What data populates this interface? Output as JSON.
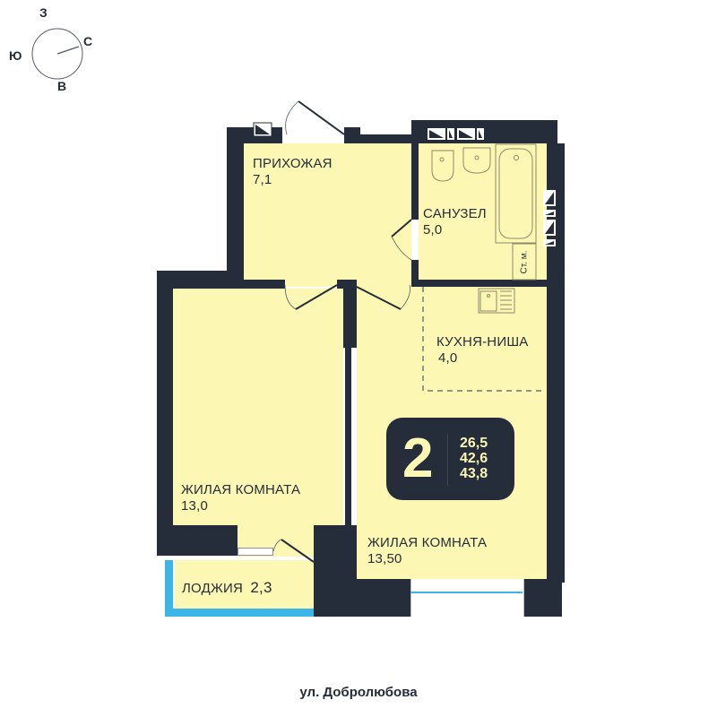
{
  "compass": {
    "north": "С",
    "south": "Ю",
    "west": "З",
    "east": "В"
  },
  "rooms": [
    {
      "id": "hallway",
      "name": "ПРИХОЖАЯ",
      "area": "7,1"
    },
    {
      "id": "bathroom",
      "name": "САНУЗЕЛ",
      "area": "5,0"
    },
    {
      "id": "kitchen",
      "name": "КУХНЯ-НИША",
      "area": "4,0"
    },
    {
      "id": "living-left",
      "name": "ЖИЛАЯ КОМНАТА",
      "area": "13,0"
    },
    {
      "id": "living-right",
      "name": "ЖИЛАЯ КОМНАТА",
      "area": "13,50"
    },
    {
      "id": "loggia",
      "name": "ЛОДЖИЯ",
      "area": "2,3"
    }
  ],
  "riser_label": "Ст. м.",
  "summary_badge": {
    "room_count": "2",
    "living_area": "26,5",
    "total_area": "42,6",
    "total_area_with_loggia": "43,8"
  },
  "street": "ул. Добролюбова",
  "colors": {
    "wall": "#252d3b",
    "floor": "#fdf7b4",
    "loggia_edge": "#3bb6e6",
    "background": "#ffffff"
  }
}
